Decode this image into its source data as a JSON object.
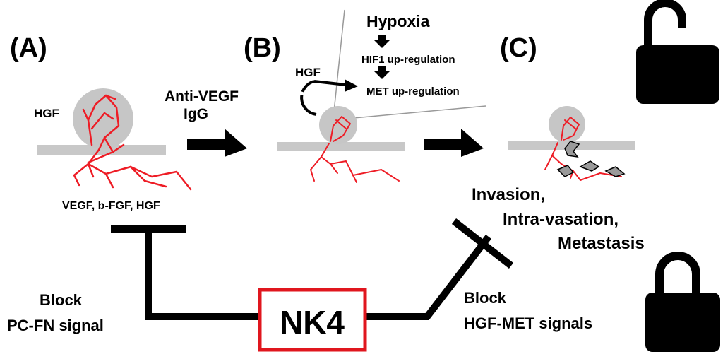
{
  "panels": {
    "a": {
      "label": "(A)",
      "hgf": "HGF",
      "factors": "VEGF, b-FGF, HGF"
    },
    "b": {
      "label": "(B)",
      "hgf": "HGF",
      "hypoxia": "Hypoxia",
      "hif1": "HIF1 up-regulation",
      "met": "MET up-regulation"
    },
    "c": {
      "label": "(C)",
      "invasion": "Invasion,",
      "intravasation": "Intra-vasation,",
      "metastasis": "Metastasis"
    }
  },
  "arrows": {
    "anti_vegf_line1": "Anti-VEGF",
    "anti_vegf_line2": "IgG"
  },
  "nk4": {
    "label": "NK4",
    "border_color": "#e0161e"
  },
  "block_left": {
    "line1": "Block",
    "line2": "PC-FN signal"
  },
  "block_right": {
    "line1": "Block",
    "line2": "HGF-MET signals"
  },
  "locks": {
    "open_label": "Open",
    "lock_label": "LOCK",
    "text_color": "#ffff33",
    "body_color": "#000000"
  },
  "colors": {
    "vessel": "#ee1c25",
    "sphere": "#c6c6c6",
    "membrane": "#c8c8c8",
    "cell": "#9a9a9a"
  }
}
